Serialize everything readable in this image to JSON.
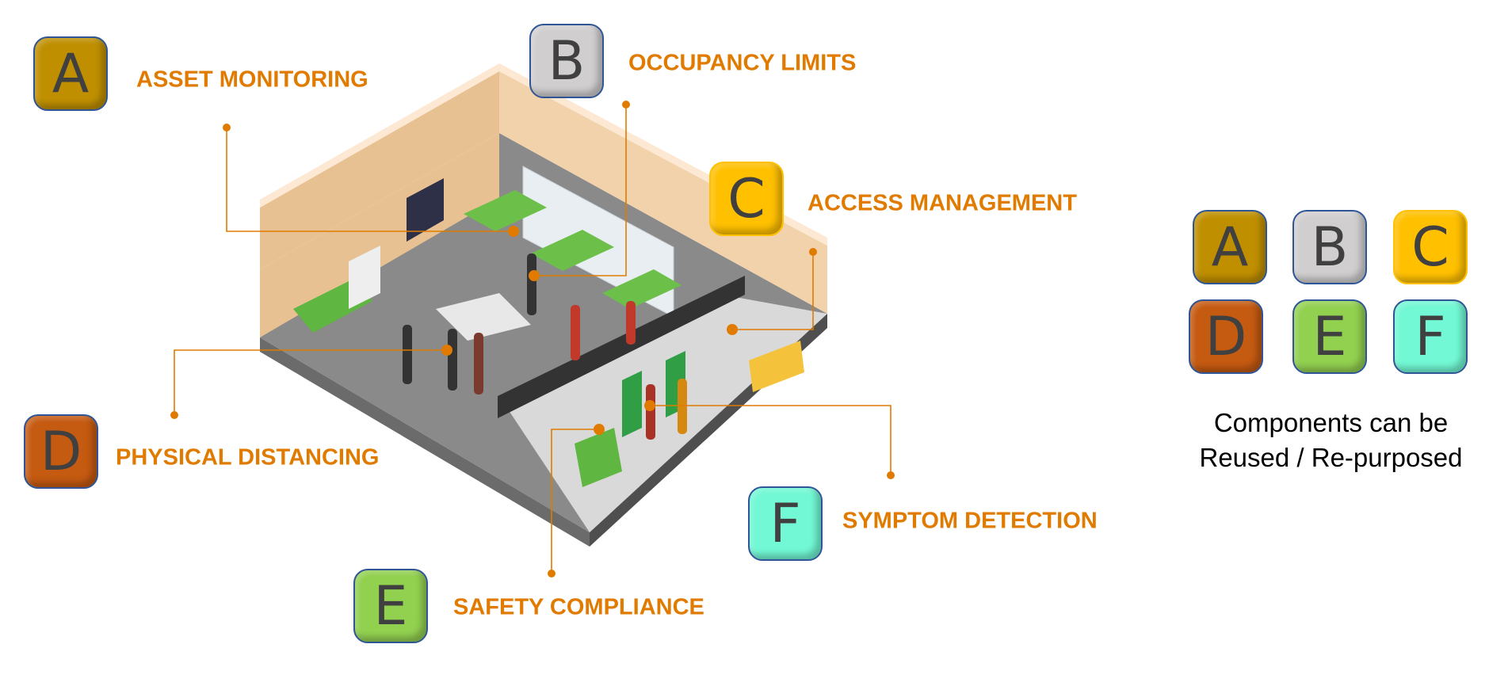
{
  "components": [
    {
      "letter": "A",
      "label": "ASSET MONITORING",
      "color": "#bf8f00"
    },
    {
      "letter": "B",
      "label": "OCCUPANCY LIMITS",
      "color": "#d0cece"
    },
    {
      "letter": "C",
      "label": "ACCESS MANAGEMENT",
      "color": "#ffc000"
    },
    {
      "letter": "D",
      "label": "PHYSICAL DISTANCING",
      "color": "#c55a11"
    },
    {
      "letter": "E",
      "label": "SAFETY COMPLIANCE",
      "color": "#92d050"
    },
    {
      "letter": "F",
      "label": "SYMPTOM DETECTION",
      "color": "#72f8d4"
    }
  ],
  "legend": {
    "caption_line1": "Components can be",
    "caption_line2": "Reused / Re-purposed"
  },
  "accent_color": "#e07b00"
}
